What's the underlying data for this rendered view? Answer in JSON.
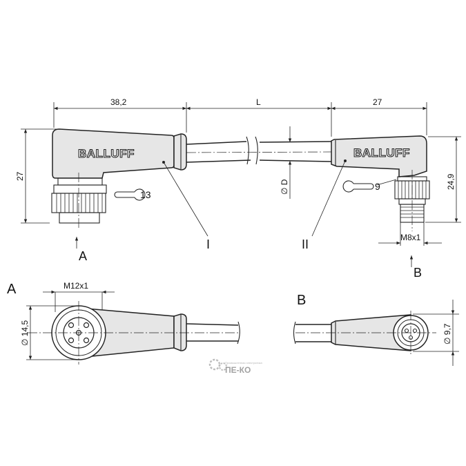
{
  "drawing": {
    "brand_left": "BALLUFF",
    "brand_right": "BALLUFF",
    "dimensions": {
      "left_connector_length": "38,2",
      "cable_length": "L",
      "right_connector_length": "27",
      "left_height": "27",
      "right_height": "24,9",
      "cable_diameter": "∅ D",
      "left_wrench": "13",
      "right_wrench": "9",
      "left_thread": "M12x1",
      "right_thread": "M8x1",
      "left_diameter": "∅ 14,5",
      "right_diameter": "∅ 9,7"
    },
    "labels": {
      "view_a_arrow": "A",
      "view_b_arrow": "B",
      "roman_left": "I",
      "roman_right": "II",
      "section_a": "A",
      "section_b": "B"
    },
    "watermark": {
      "text": "ПЕ-КО",
      "subtitle": "Промышленная электроника"
    }
  }
}
